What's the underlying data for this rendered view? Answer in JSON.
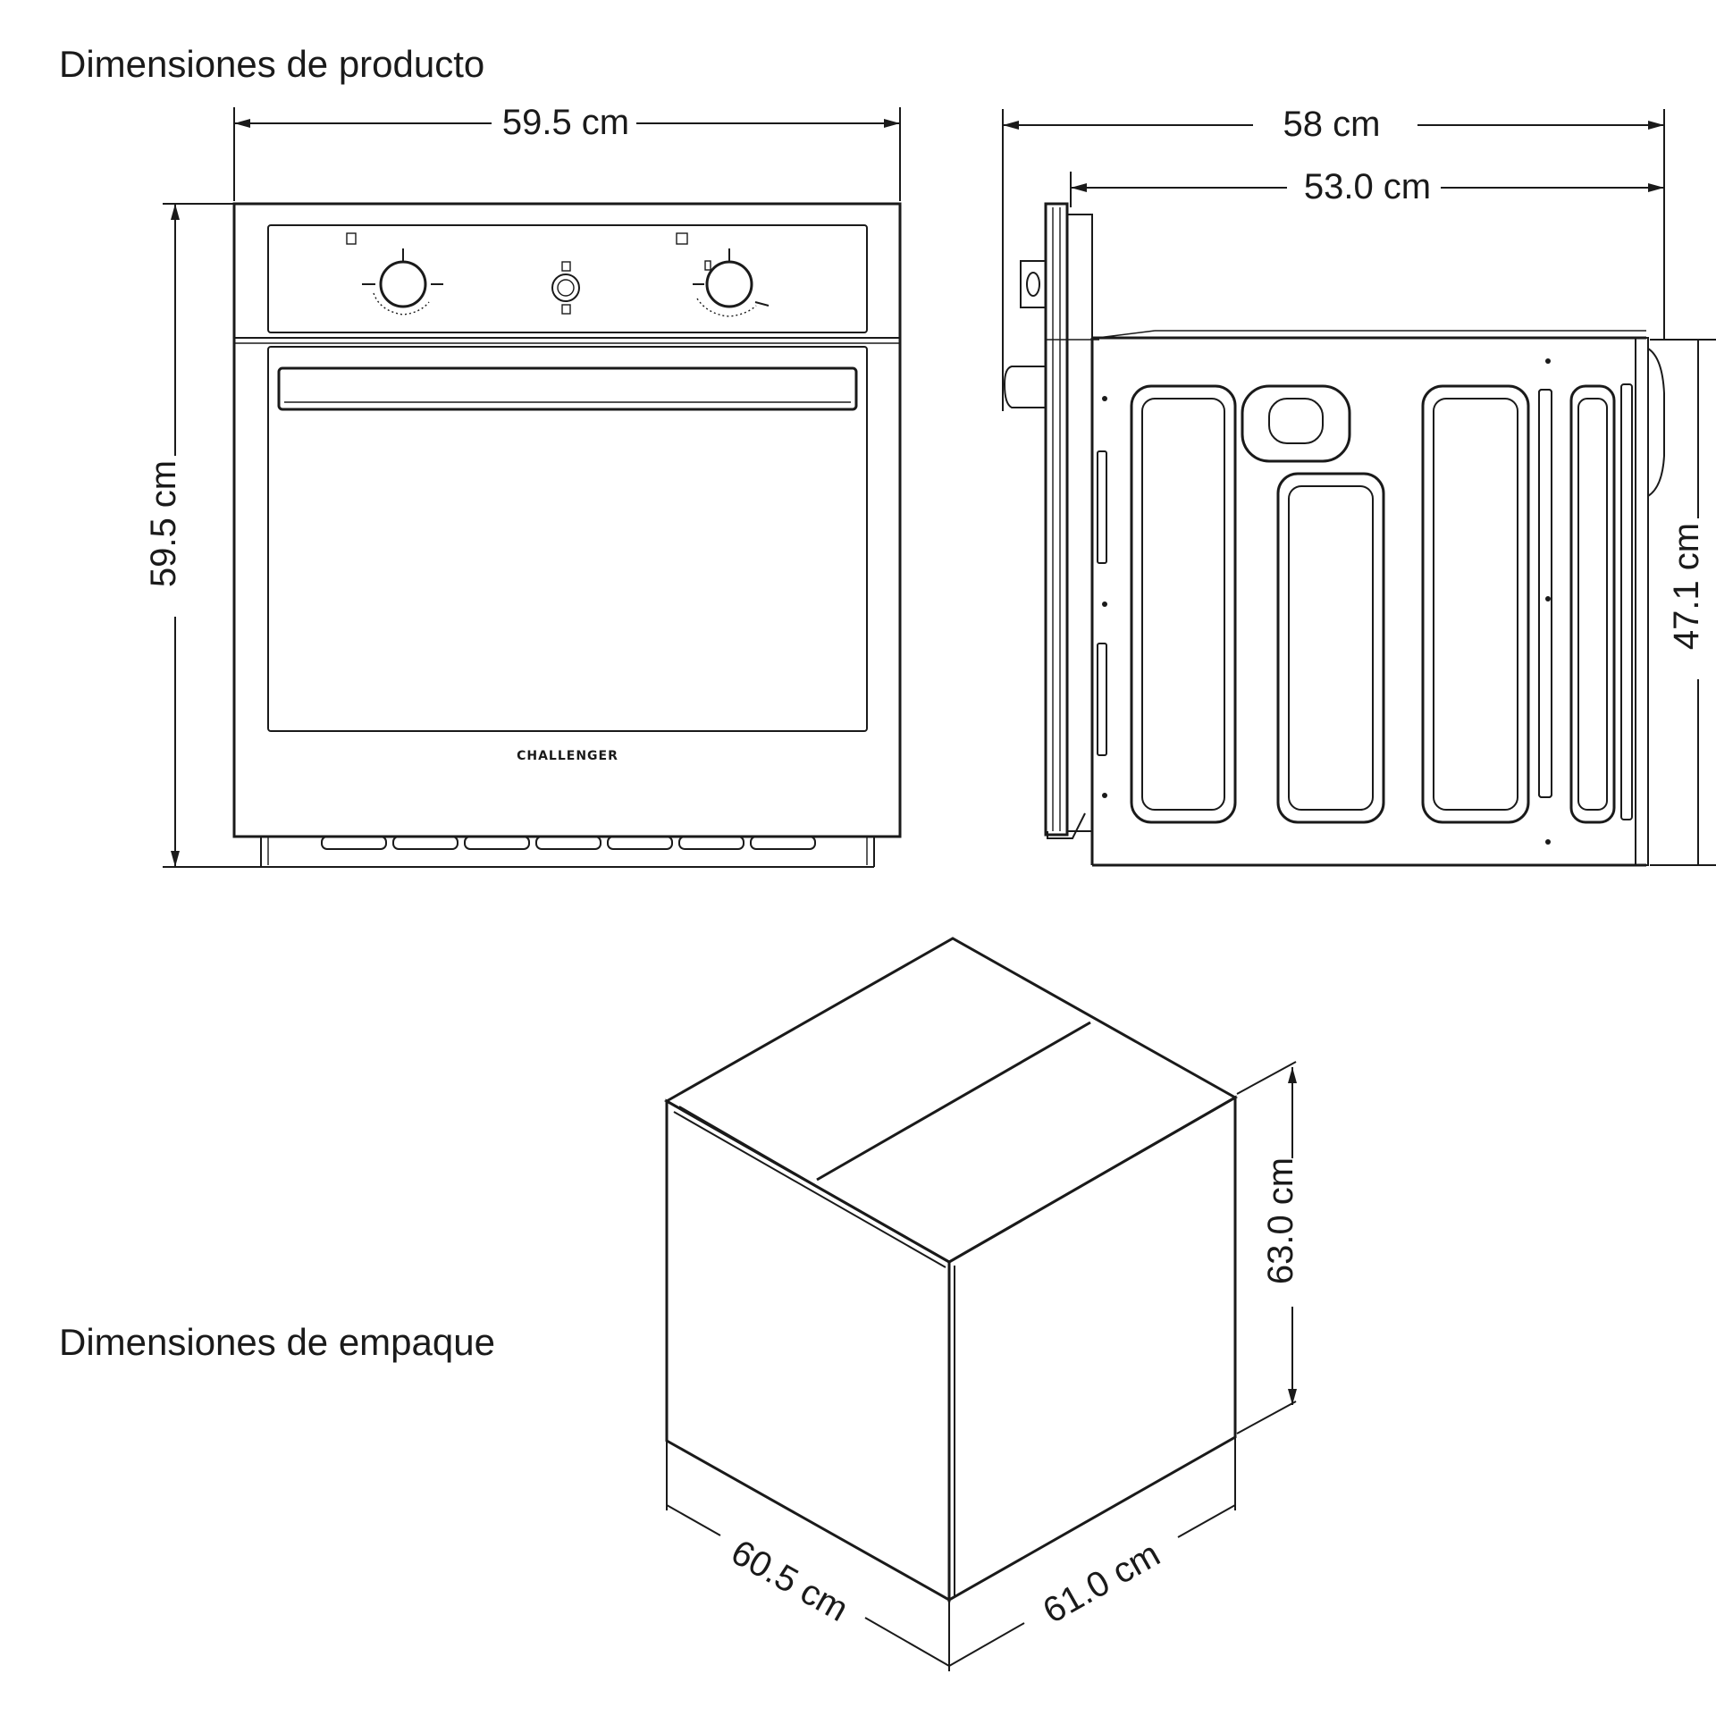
{
  "sections": {
    "product_title": "Dimensiones de producto",
    "package_title": "Dimensiones de empaque"
  },
  "front_view": {
    "width_label": "59.5 cm",
    "height_label": "59.5 cm",
    "brand": "CHALLENGER"
  },
  "side_view": {
    "overall_depth_label": "58 cm",
    "body_depth_label": "53.0 cm",
    "height_label": "47.1 cm"
  },
  "package": {
    "height_label": "63.0 cm",
    "depth_label": "60.5 cm",
    "width_label": "61.0 cm"
  }
}
